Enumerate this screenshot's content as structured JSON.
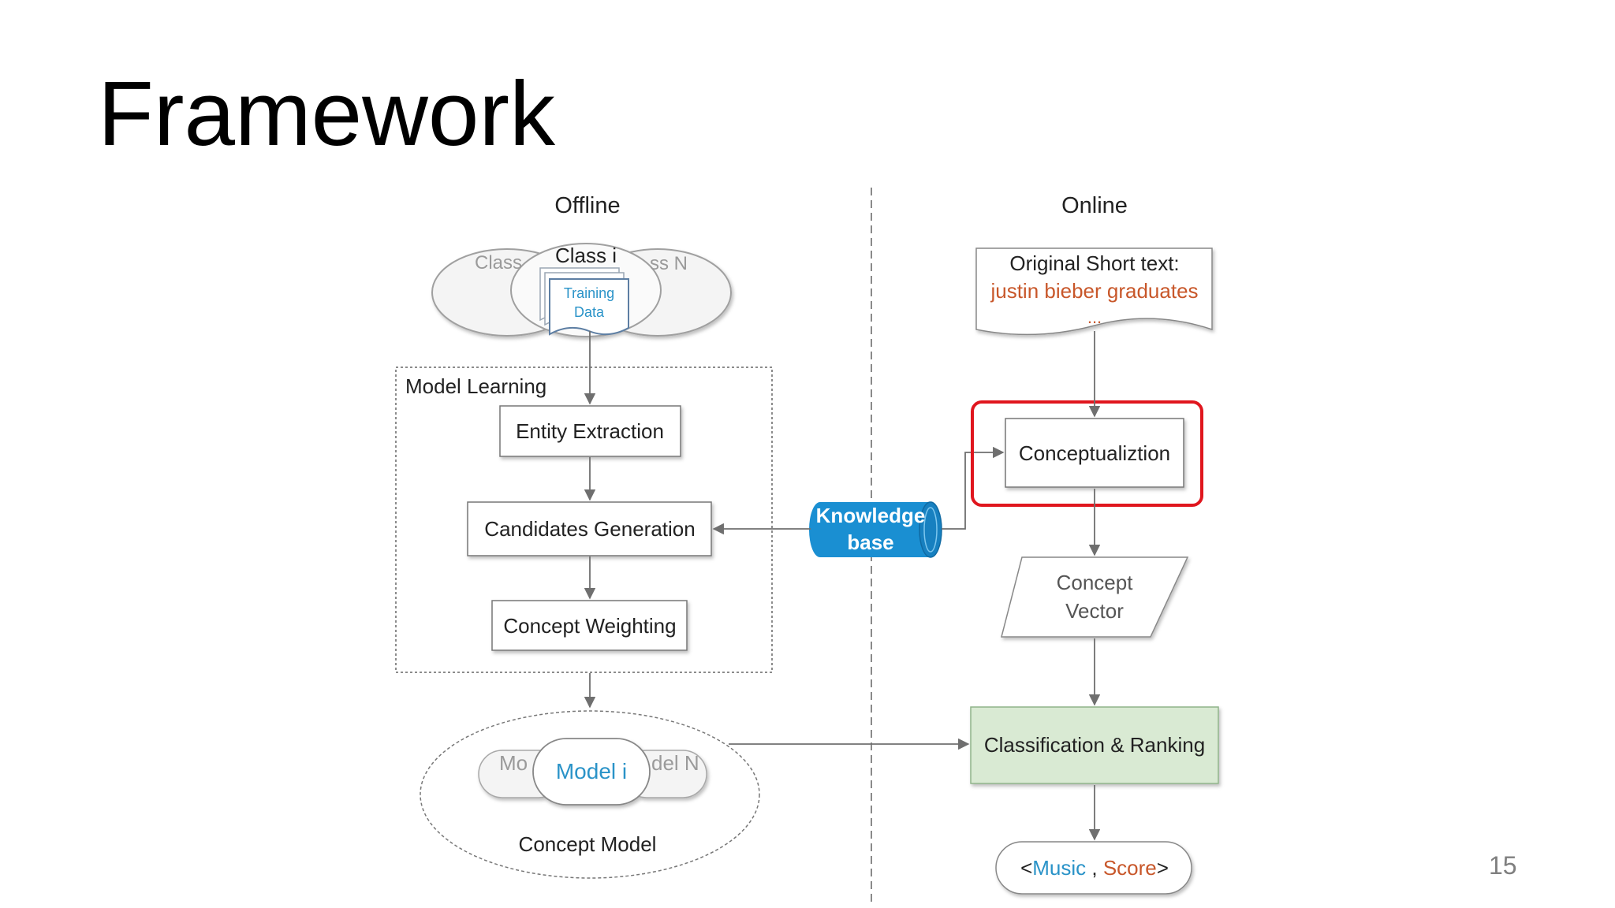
{
  "slide": {
    "title": "Framework",
    "page_number": "15"
  },
  "diagram": {
    "offline_label": "Offline",
    "online_label": "Online",
    "classes": {
      "left": "Class",
      "center": "Class i",
      "right": "ss N"
    },
    "training_data": [
      "Training",
      "Data"
    ],
    "model_learning_label": "Model Learning",
    "entity_extraction": "Entity Extraction",
    "candidates_generation": "Candidates Generation",
    "concept_weighting": "Concept Weighting",
    "models": {
      "left": "Mo",
      "center": "Model i",
      "right": "del N"
    },
    "concept_model": "Concept Model",
    "knowledge_base": [
      "Knowledge",
      "base"
    ],
    "original_short_text": {
      "label": "Original Short text:",
      "value": "justin bieber graduates",
      "ellipsis": "..."
    },
    "conceptualization": "Conceptualiztion",
    "concept_vector": [
      "Concept",
      "Vector"
    ],
    "classification_ranking": "Classification & Ranking",
    "output": {
      "open": "<",
      "music": "Music",
      "sep": " , ",
      "score": "Score",
      "close": ">"
    }
  },
  "colors": {
    "highlight_red": "#e0161e",
    "kb_blue": "#1a8fd2",
    "text_orange": "#c8572a",
    "text_blue": "#2a93c8",
    "green_fill": "#d9ead3",
    "green_border": "#8fb38a"
  }
}
